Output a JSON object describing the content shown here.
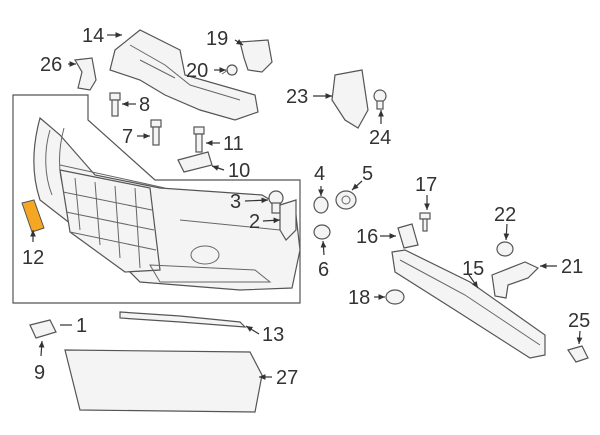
{
  "diagram": {
    "highlight_color": "#f5a623",
    "callouts": {
      "c1": "1",
      "c2": "2",
      "c3": "3",
      "c4": "4",
      "c5": "5",
      "c6": "6",
      "c7": "7",
      "c8": "8",
      "c9": "9",
      "c10": "10",
      "c11": "11",
      "c12": "12",
      "c13": "13",
      "c14": "14",
      "c15": "15",
      "c16": "16",
      "c17": "17",
      "c18": "18",
      "c19": "19",
      "c20": "20",
      "c21": "21",
      "c22": "22",
      "c23": "23",
      "c24": "24",
      "c25": "25",
      "c26": "26",
      "c27": "27"
    }
  }
}
